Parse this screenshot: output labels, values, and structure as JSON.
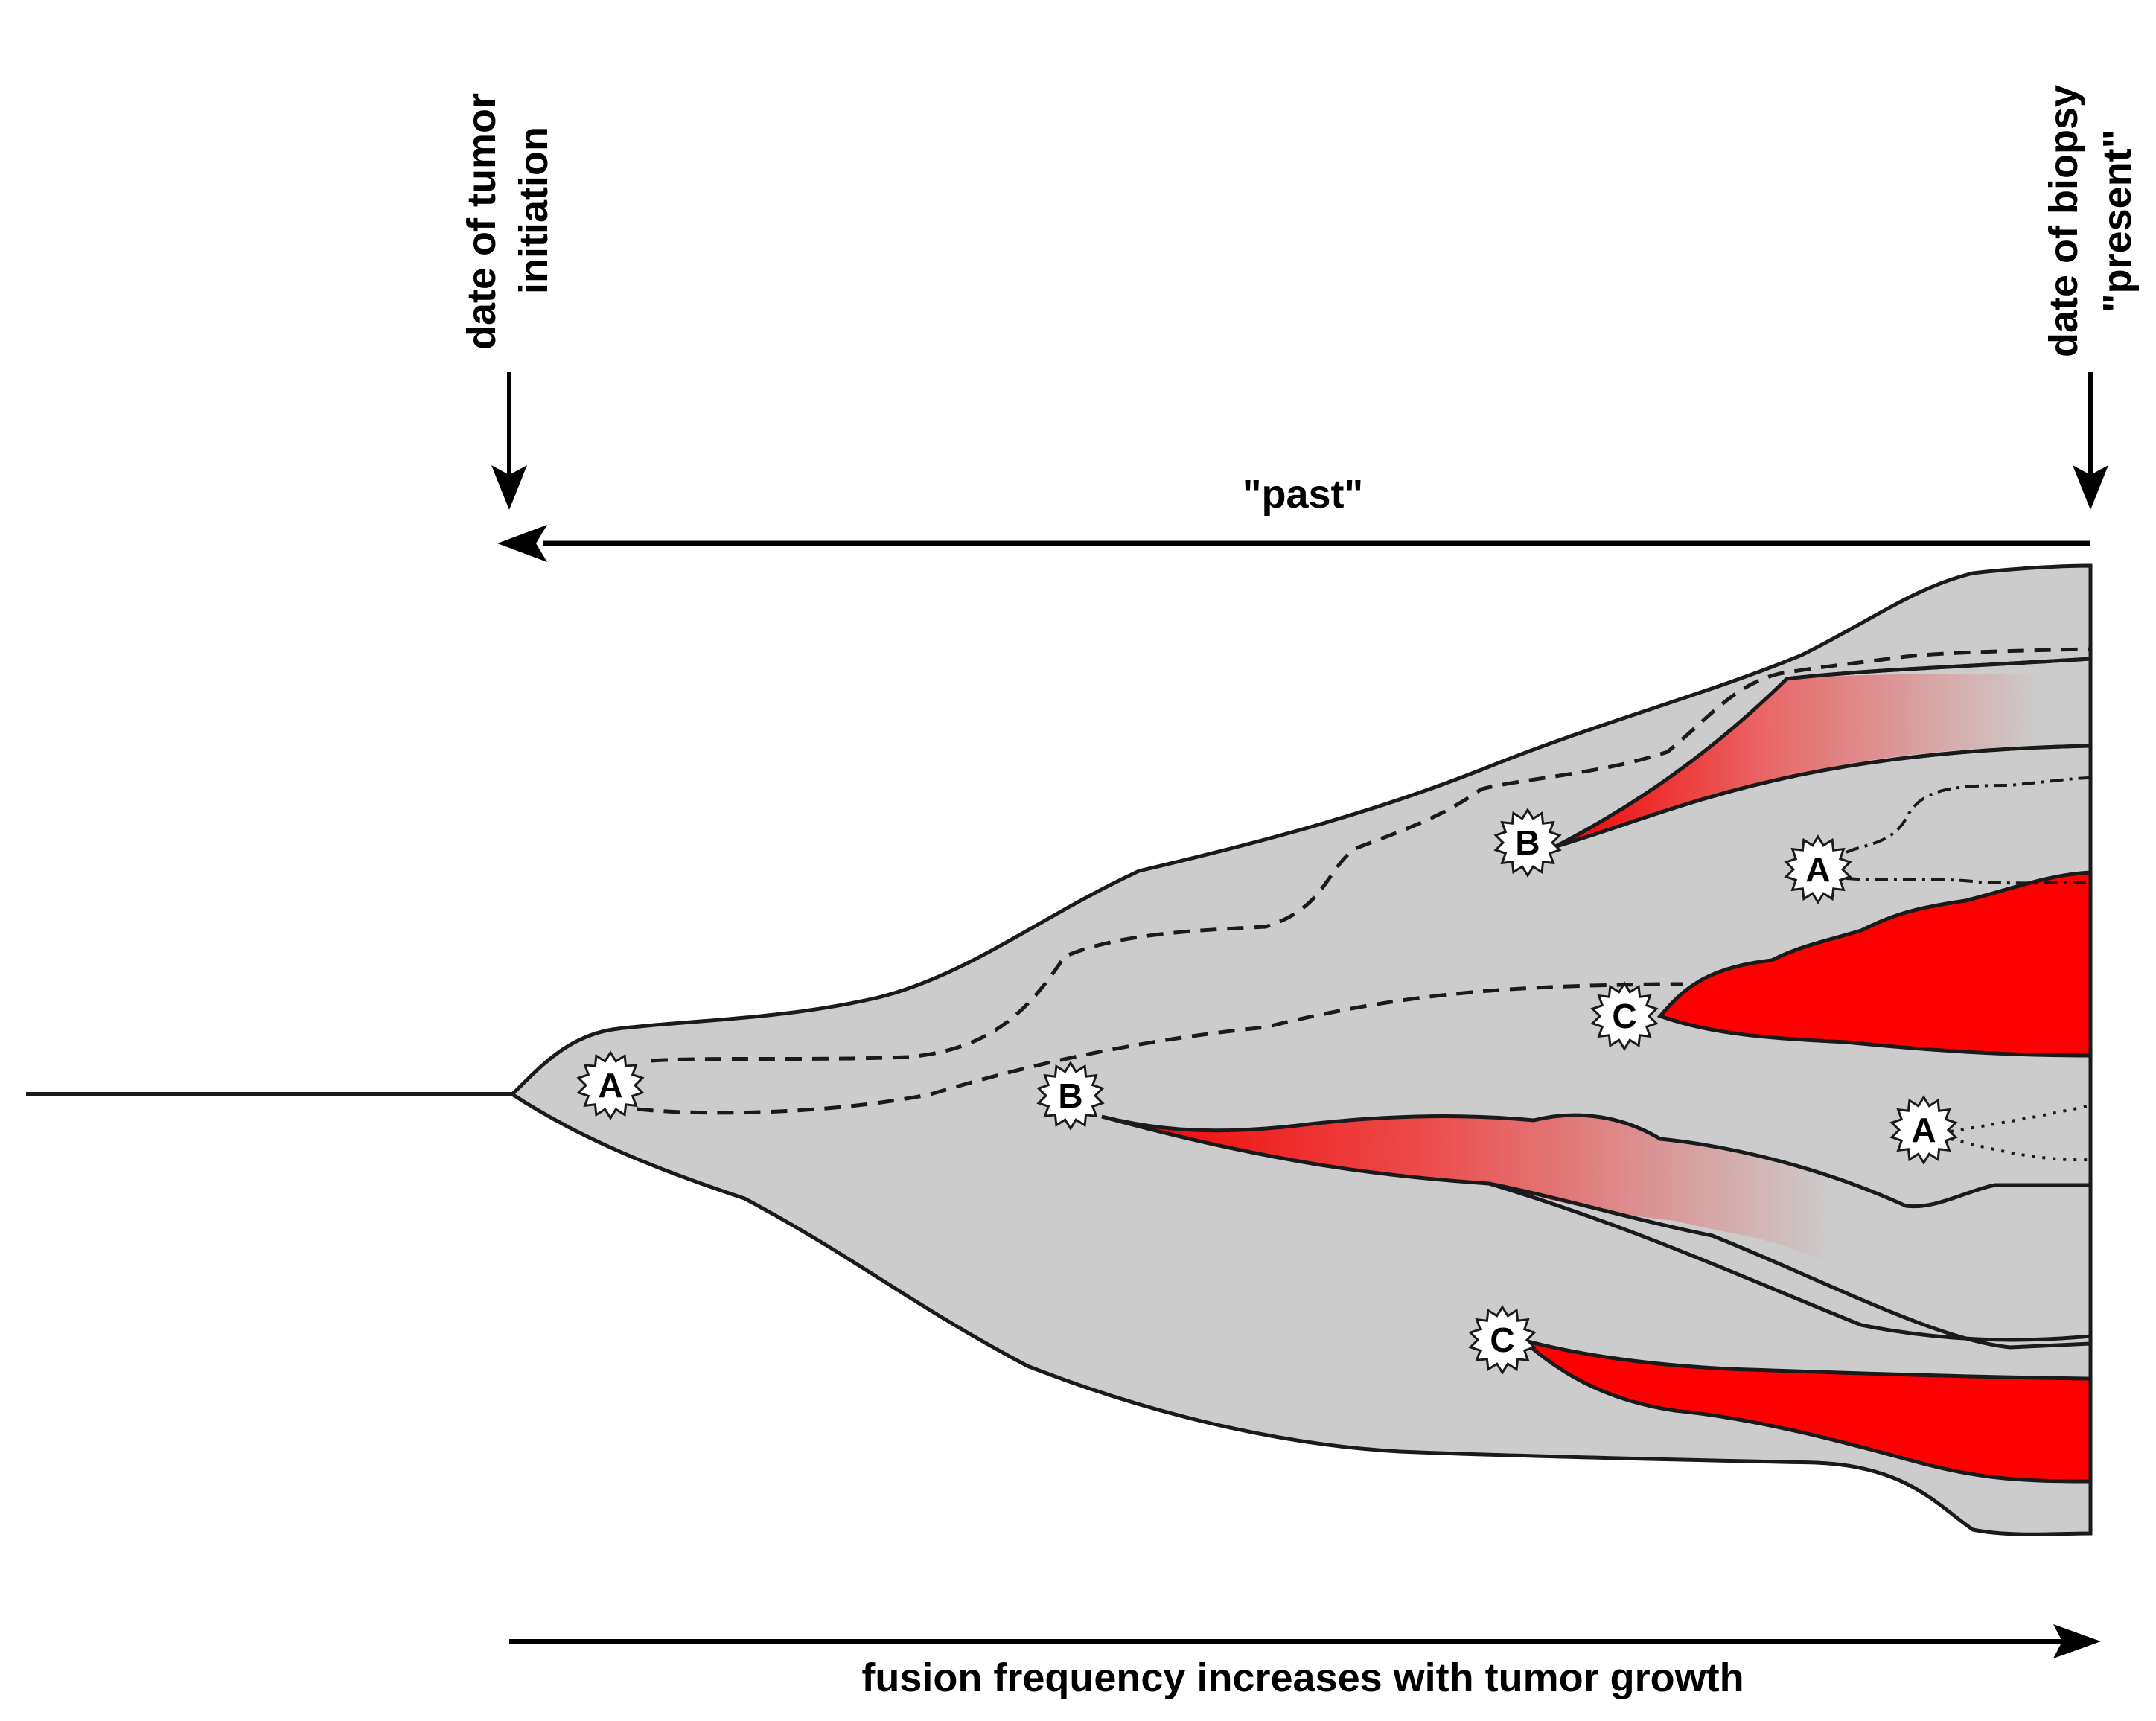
{
  "labels": {
    "initiation_line1": "date of tumor",
    "initiation_line2": "initiation",
    "biopsy_line1": "date of biopsy",
    "biopsy_line2": "\"present\"",
    "past": "\"past\"",
    "fusion": "fusion frequency increases with tumor growth"
  },
  "events": [
    {
      "id": "event-a-root",
      "letter": "A"
    },
    {
      "id": "event-b-lower",
      "letter": "B"
    },
    {
      "id": "event-b-upper",
      "letter": "B"
    },
    {
      "id": "event-c-middle",
      "letter": "C"
    },
    {
      "id": "event-c-lower",
      "letter": "C"
    },
    {
      "id": "event-a-upper-right",
      "letter": "A"
    },
    {
      "id": "event-a-lower-right",
      "letter": "A"
    }
  ],
  "colors": {
    "tumor_fill": "#cccccc",
    "fusion_red": "#ff0000",
    "outline": "#1a1a1a"
  }
}
